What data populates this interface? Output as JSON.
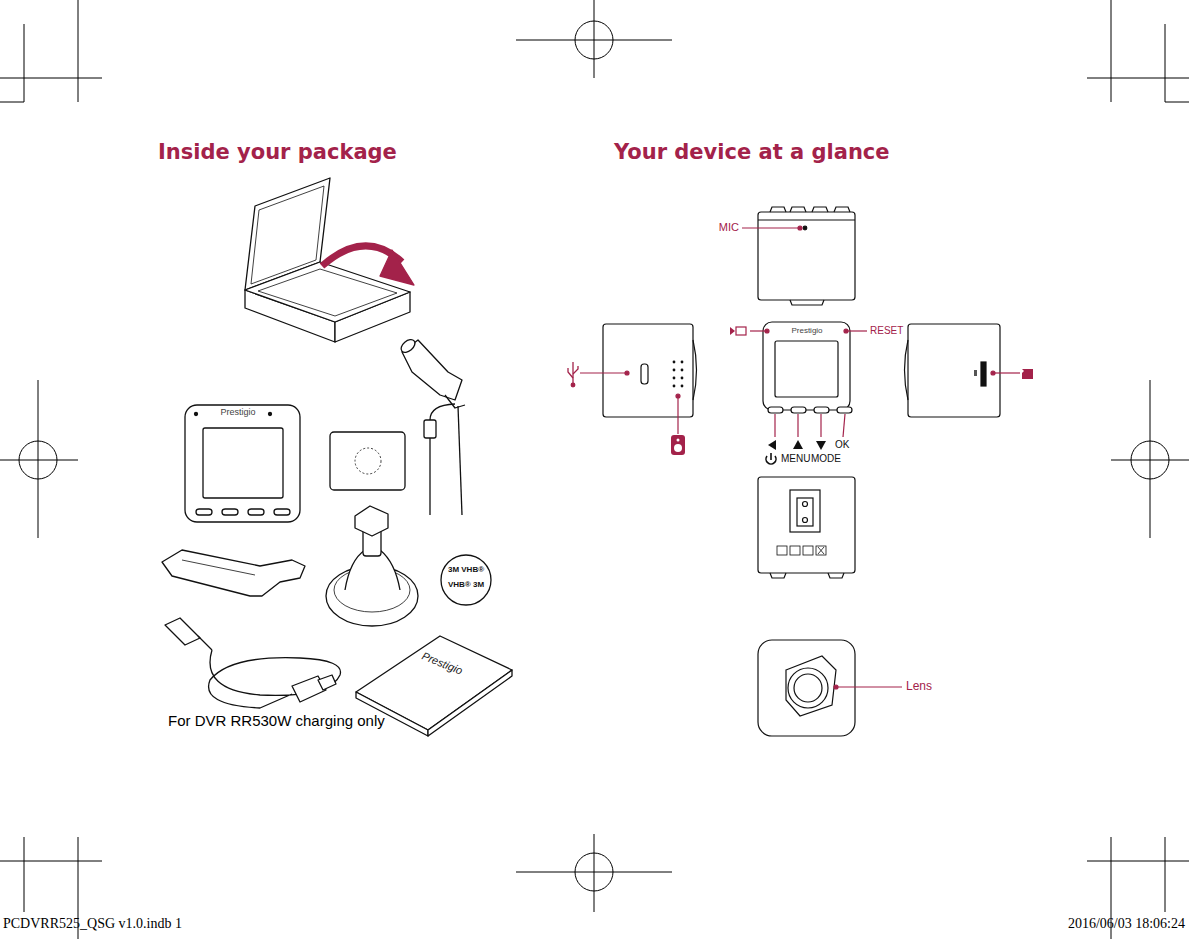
{
  "diagram": {
    "labels": [
      "Inside your package",
      "Your device at a glance",
      "Prestigio",
      "3M VHB®",
      "VHB® 3M",
      "Prestigio",
      "For DVR RR530W charging only",
      "MIC",
      "Prestigio",
      "RESET",
      "MENU",
      "MODE",
      "OK",
      "Lens",
      "PCDVRR525_QSG v1.0.indb 1",
      "2016/06/03 18:06:24"
    ]
  }
}
